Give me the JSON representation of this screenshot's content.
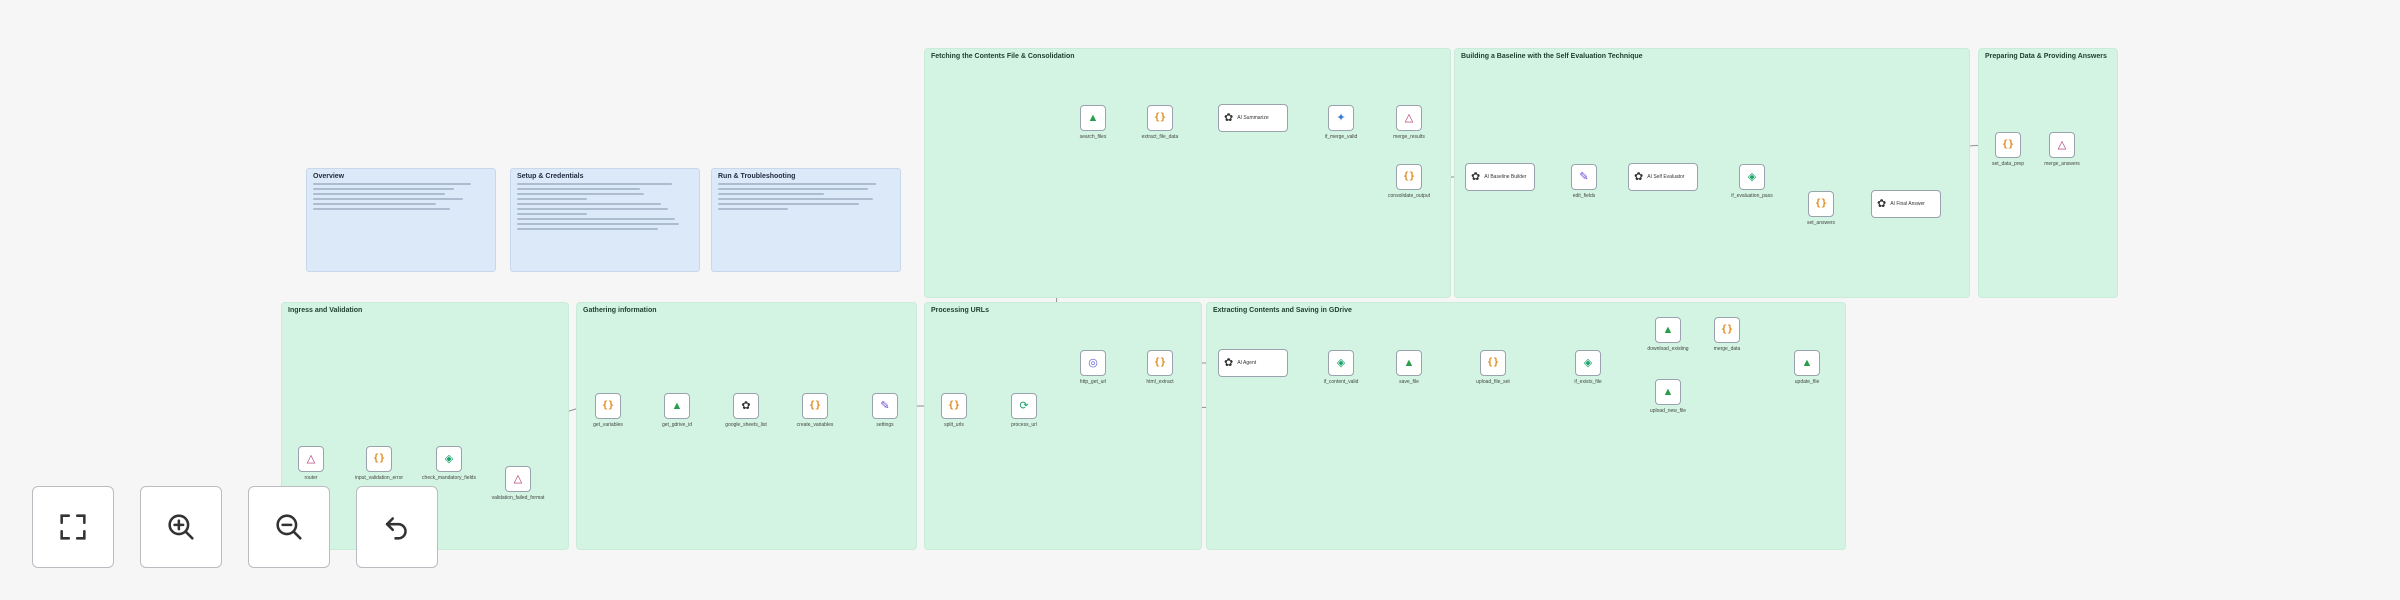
{
  "groups": {
    "fetching": "Fetching the Contents File & Consolidation",
    "baseline": "Building a Baseline with the Self Evaluation Technique",
    "preparing": "Preparing Data & Providing Answers",
    "ingress": "Ingress and Validation",
    "gathering": "Gathering information",
    "processing": "Processing URLs",
    "extracting": "Extracting Contents and Saving in GDrive"
  },
  "notes": {
    "overview": "Overview",
    "setup": "Setup & Credentials",
    "run": "Run & Troubleshooting"
  },
  "nodes": {
    "router": "router",
    "input_validation": "input_validation_error",
    "check_empty": "check_mandatory_fields",
    "validation_error": "validation_failed_format",
    "get_variables": "get_variables",
    "get_gdrive": "get_gdrive_id",
    "google_sheets": "google_sheets_list",
    "create_variables": "create_variables",
    "settings": "settings",
    "split_urls": "split_urls",
    "process_urls": "process_url",
    "http_get": "http_get_url",
    "html_extract": "html_extract",
    "ai_agent_extract": "AI Agent",
    "if_content": "if_content_valid",
    "save_file": "save_file",
    "upload": "upload_file_set",
    "if_exists": "if_exists_file",
    "download_existing": "download_existing",
    "merge_data": "merge_data",
    "update_file": "update_file",
    "upload_new": "upload_new_file",
    "gdrive_files": "search_files",
    "extract_fields": "extract_file_data",
    "summarize": "AI Summarize",
    "if_merge": "if_merge_valid",
    "merge_results": "merge_results",
    "consolidate": "consolidate_output",
    "ai_baseline": "AI Baseline Builder",
    "edit_fields": "edit_fields",
    "ai_evaluator": "AI Self Evaluator",
    "if_evaluation": "if_evaluation_pass",
    "set_answers": "set_answers",
    "ai_final": "AI Final Answer",
    "set_data": "set_data_prep",
    "merge_answers": "merge_answers"
  },
  "icons": [
    "brace-icon",
    "google-drive-icon",
    "ai-agent-icon",
    "merge-icon",
    "if-icon",
    "edit-icon",
    "http-icon",
    "loop-icon"
  ],
  "controls": {
    "fit": "fit-view-icon",
    "zoom_in": "zoom-in-icon",
    "zoom_out": "zoom-out-icon",
    "undo": "undo-icon"
  },
  "colors": {
    "group_bg": "#d4f4e3",
    "note_bg": "#dce9f8",
    "canvas_bg": "#f6f6f6"
  }
}
